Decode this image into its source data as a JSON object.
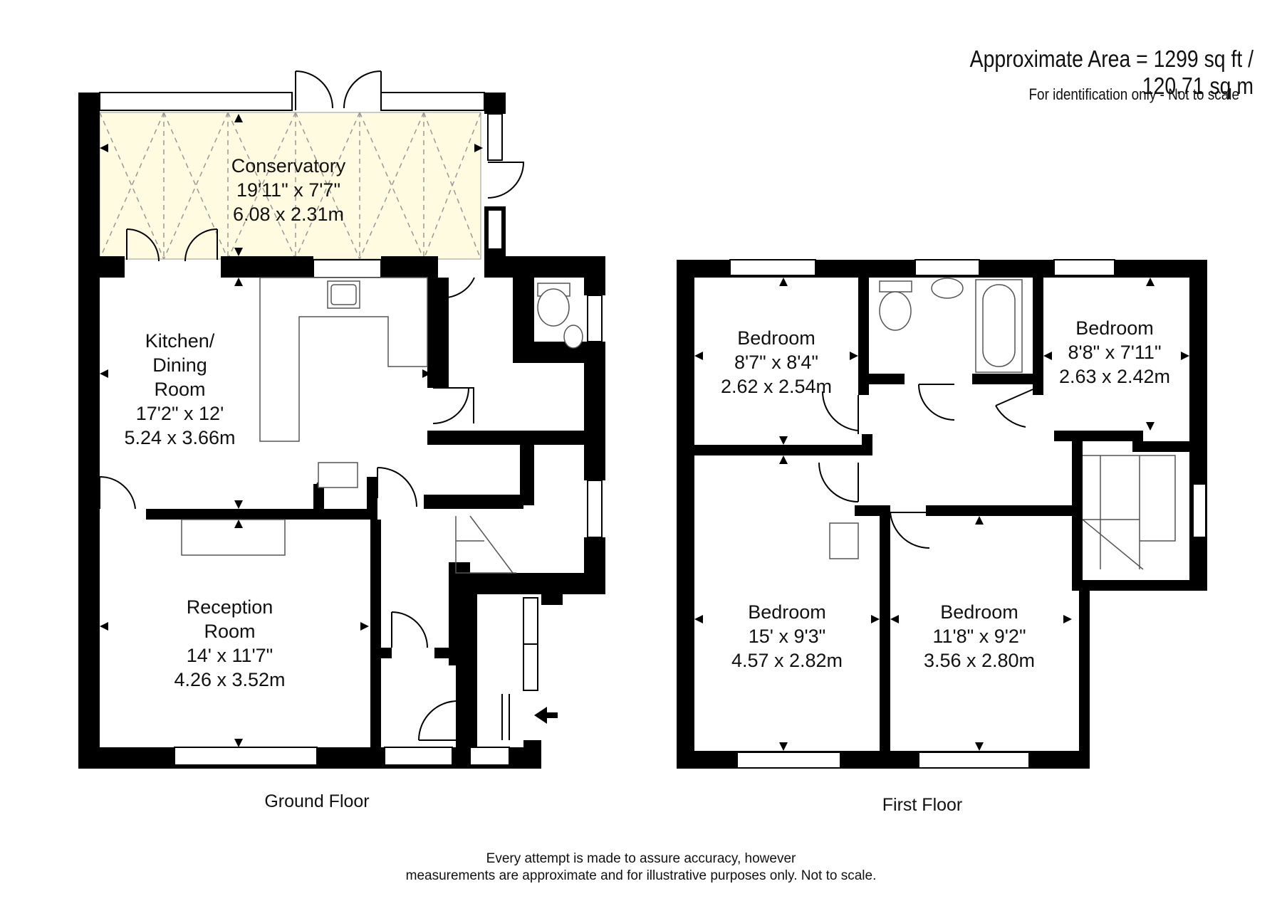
{
  "header": {
    "area": "Approximate Area = 1299 sq ft / 120.71 sq m",
    "note": "For identification only - Not to scale"
  },
  "ground_floor": {
    "label": "Ground Floor",
    "rooms": [
      {
        "name": "Conservatory",
        "imperial": "19'11\" x 7'7\"",
        "metric": "6.08 x 2.31m"
      },
      {
        "name_line1": "Kitchen/",
        "name_line2": "Dining",
        "name_line3": "Room",
        "imperial": "17'2\" x 12'",
        "metric": "5.24 x 3.66m"
      },
      {
        "name_line1": "Reception",
        "name_line2": "Room",
        "imperial": "14' x 11'7\"",
        "metric": "4.26 x 3.52m"
      }
    ]
  },
  "first_floor": {
    "label": "First Floor",
    "rooms": [
      {
        "name": "Bedroom",
        "imperial": "8'7\" x 8'4\"",
        "metric": "2.62 x 2.54m"
      },
      {
        "name": "Bedroom",
        "imperial": "8'8\" x 7'11\"",
        "metric": "2.63 x 2.42m"
      },
      {
        "name": "Bedroom",
        "imperial": "15' x 9'3\"",
        "metric": "4.57 x 2.82m"
      },
      {
        "name": "Bedroom",
        "imperial": "11'8\" x 9'2\"",
        "metric": "3.56 x 2.80m"
      }
    ]
  },
  "footer": {
    "line1": "Every attempt is made to assure accuracy, however",
    "line2": "measurements are approximate and for illustrative purposes only. Not to scale."
  }
}
